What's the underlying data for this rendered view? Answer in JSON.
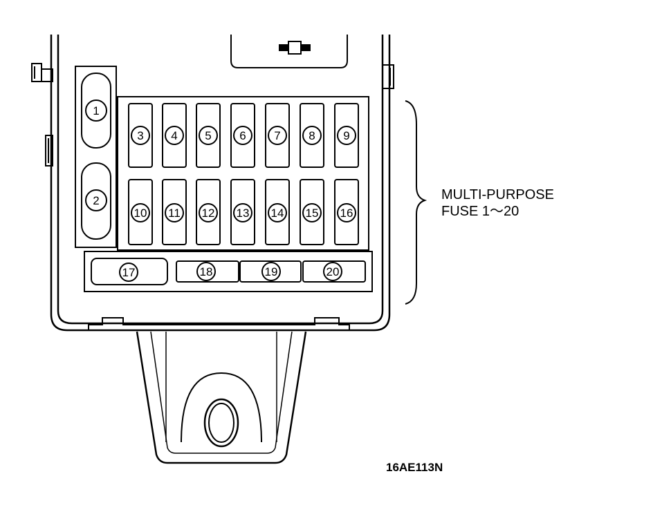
{
  "callout": {
    "line1": "MULTI-PURPOSE",
    "line2": "FUSE 1～20"
  },
  "figure_code": "16AE113N",
  "fuses": [
    "1",
    "2",
    "3",
    "4",
    "5",
    "6",
    "7",
    "8",
    "9",
    "10",
    "11",
    "12",
    "13",
    "14",
    "15",
    "16",
    "17",
    "18",
    "19",
    "20"
  ]
}
